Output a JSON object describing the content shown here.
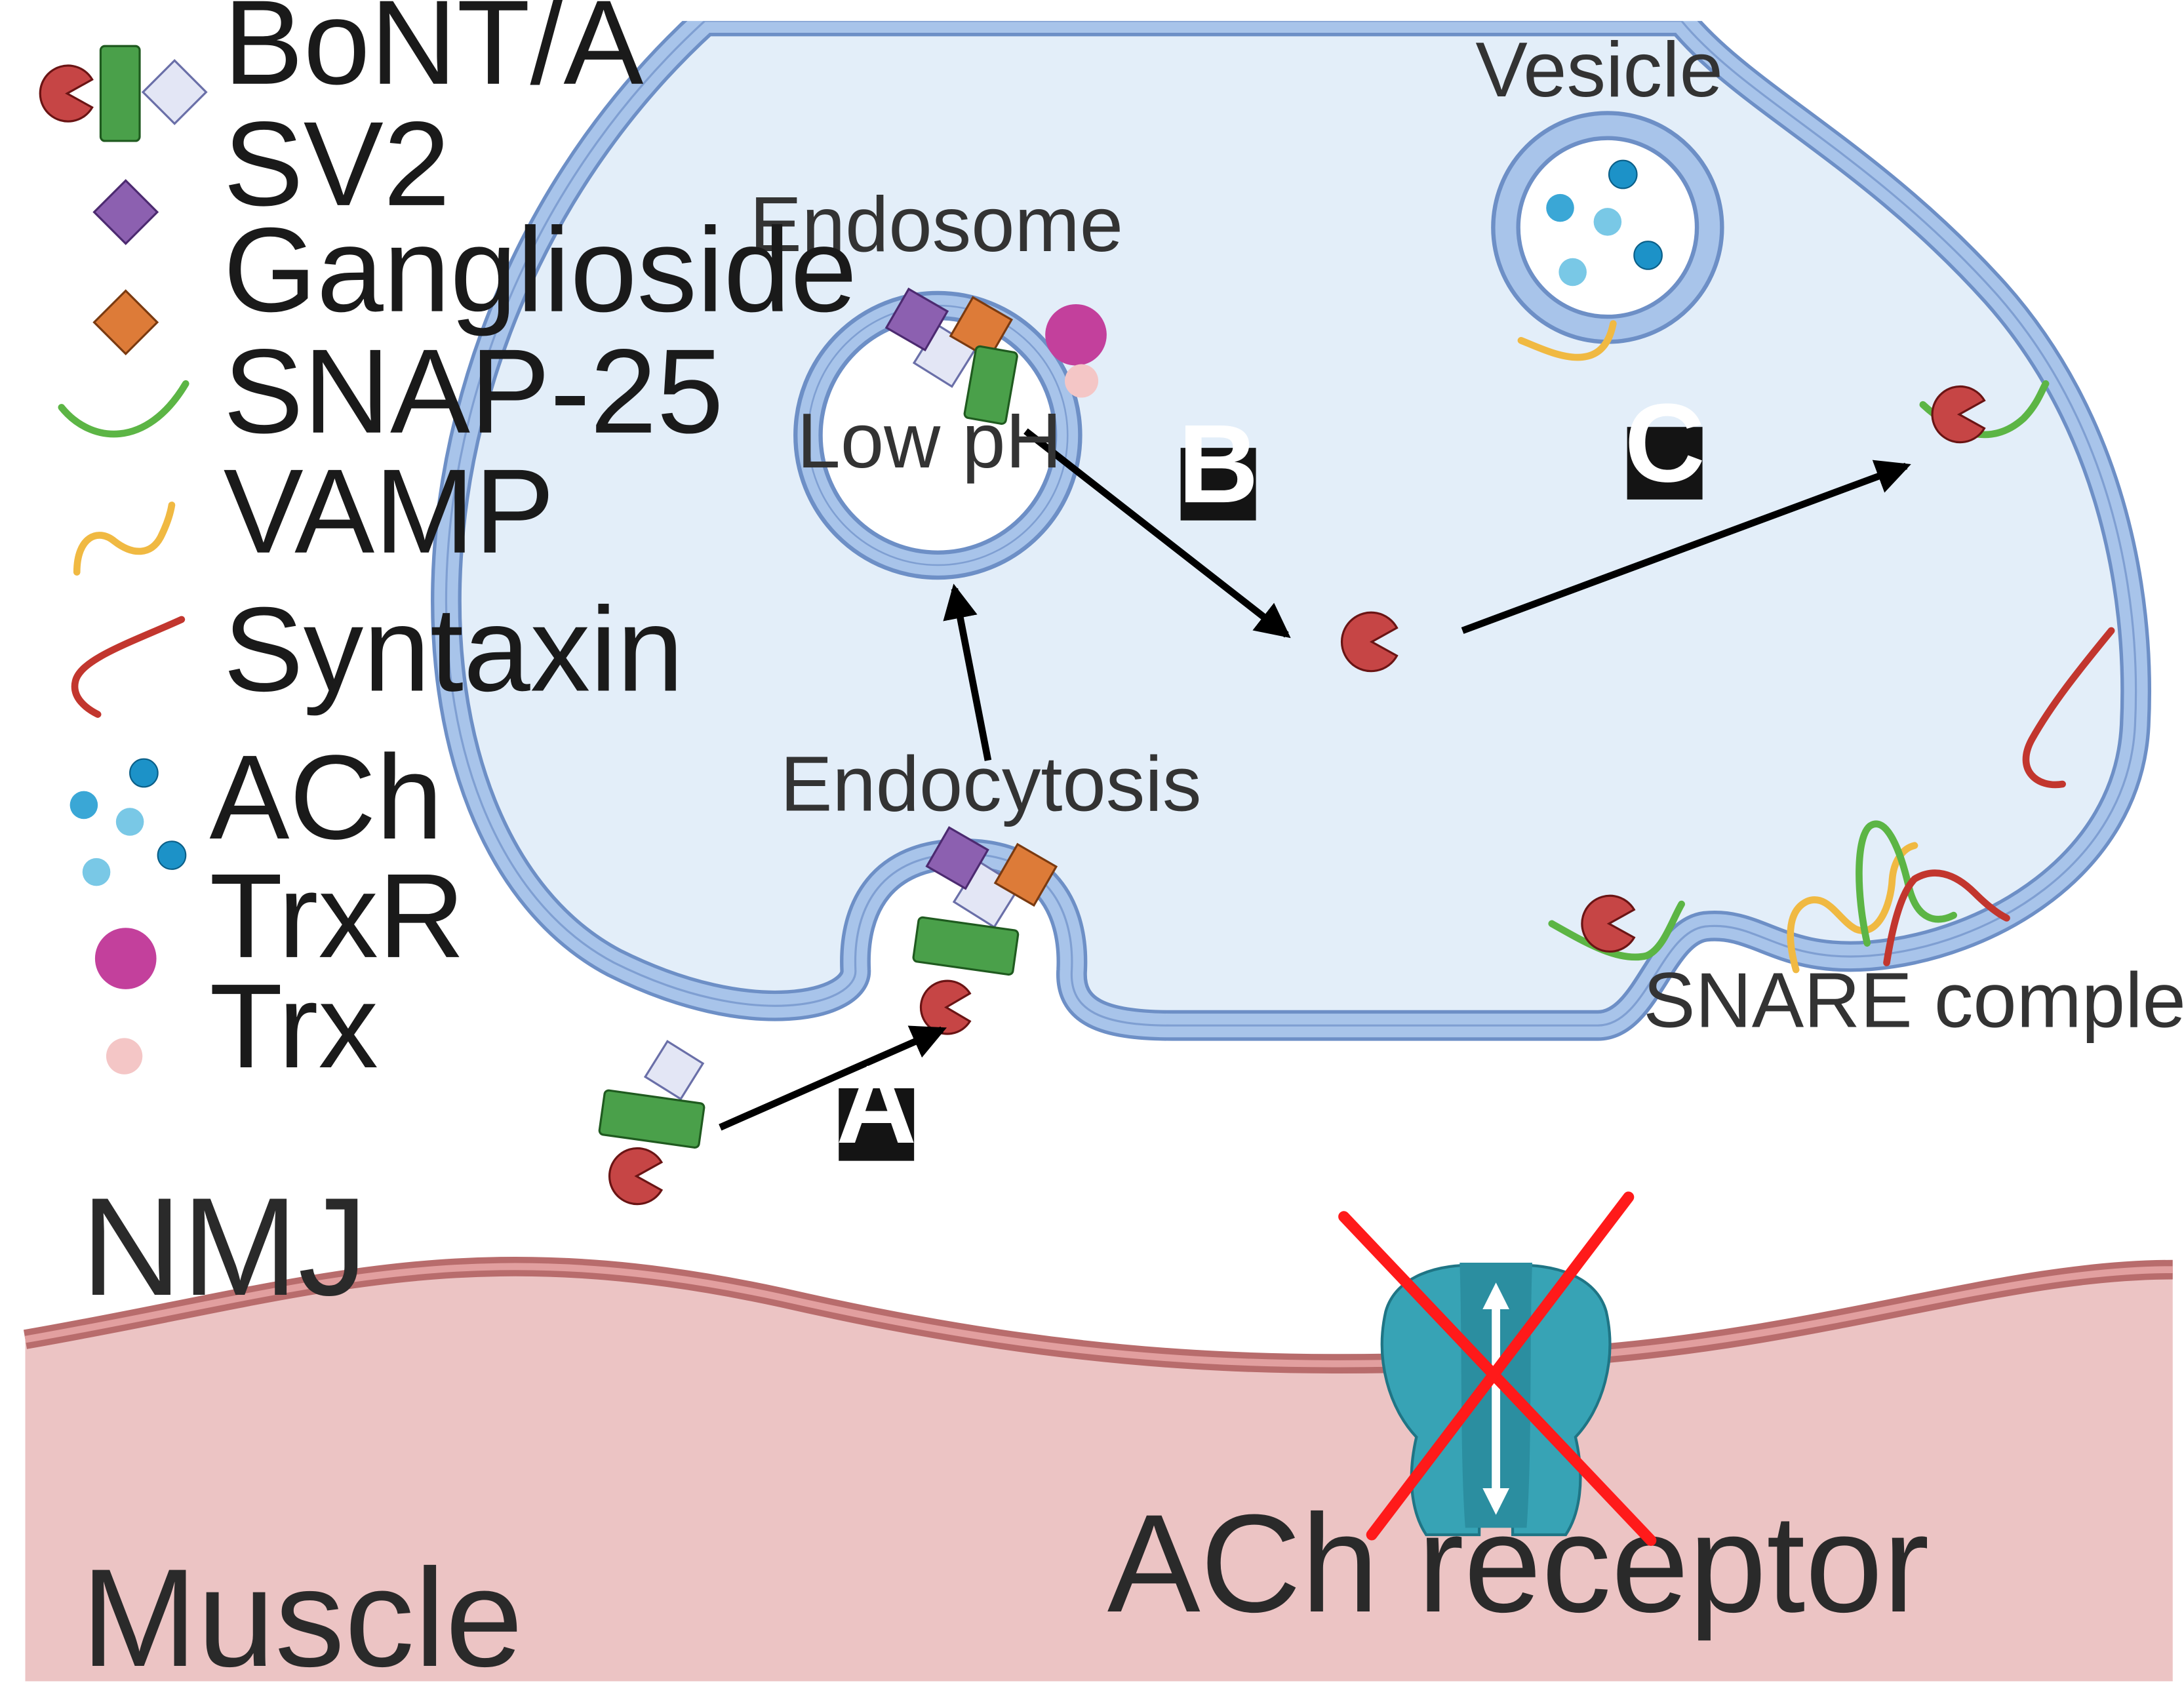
{
  "legend": {
    "bont_a": "BoNT/A",
    "sv2": "SV2",
    "ganglioside": "Ganglioside",
    "snap25": "SNAP-25",
    "vamp": "VAMP",
    "syntaxin": "Syntaxin",
    "ach": "ACh",
    "trxr": "TrxR",
    "trx": "Trx"
  },
  "labels": {
    "vesicle": "Vesicle",
    "endosome": "Endosome",
    "low_ph": "Low pH",
    "endocytosis": "Endocytosis",
    "snare_complex": "SNARE complex",
    "nmj": "NMJ",
    "muscle": "Muscle",
    "ach_receptor": "ACh receptor"
  },
  "steps": {
    "a": "A",
    "b": "B",
    "c": "C"
  },
  "colors": {
    "terminal_fill": "#e3eef9",
    "membrane": "#a8c4ea",
    "membrane_edge": "#6d8fc6",
    "muscle_fill": "#ecc4c4",
    "muscle_membrane": "#c98080",
    "light_chain": "#c64545",
    "heavy_chain": "#4aa04a",
    "binding_domain": "#e3e6f5",
    "sv2": "#8c60b0",
    "ganglioside": "#dd7b38",
    "snap25": "#5cb545",
    "vamp": "#f0b942",
    "syntaxin": "#c2362e",
    "ach_dark": "#1c92c8",
    "ach_light": "#79c8e6",
    "trxr": "#c3409c",
    "trx": "#f4c6c6",
    "receptor": "#37a3b5",
    "cross": "#ff1a1a"
  }
}
